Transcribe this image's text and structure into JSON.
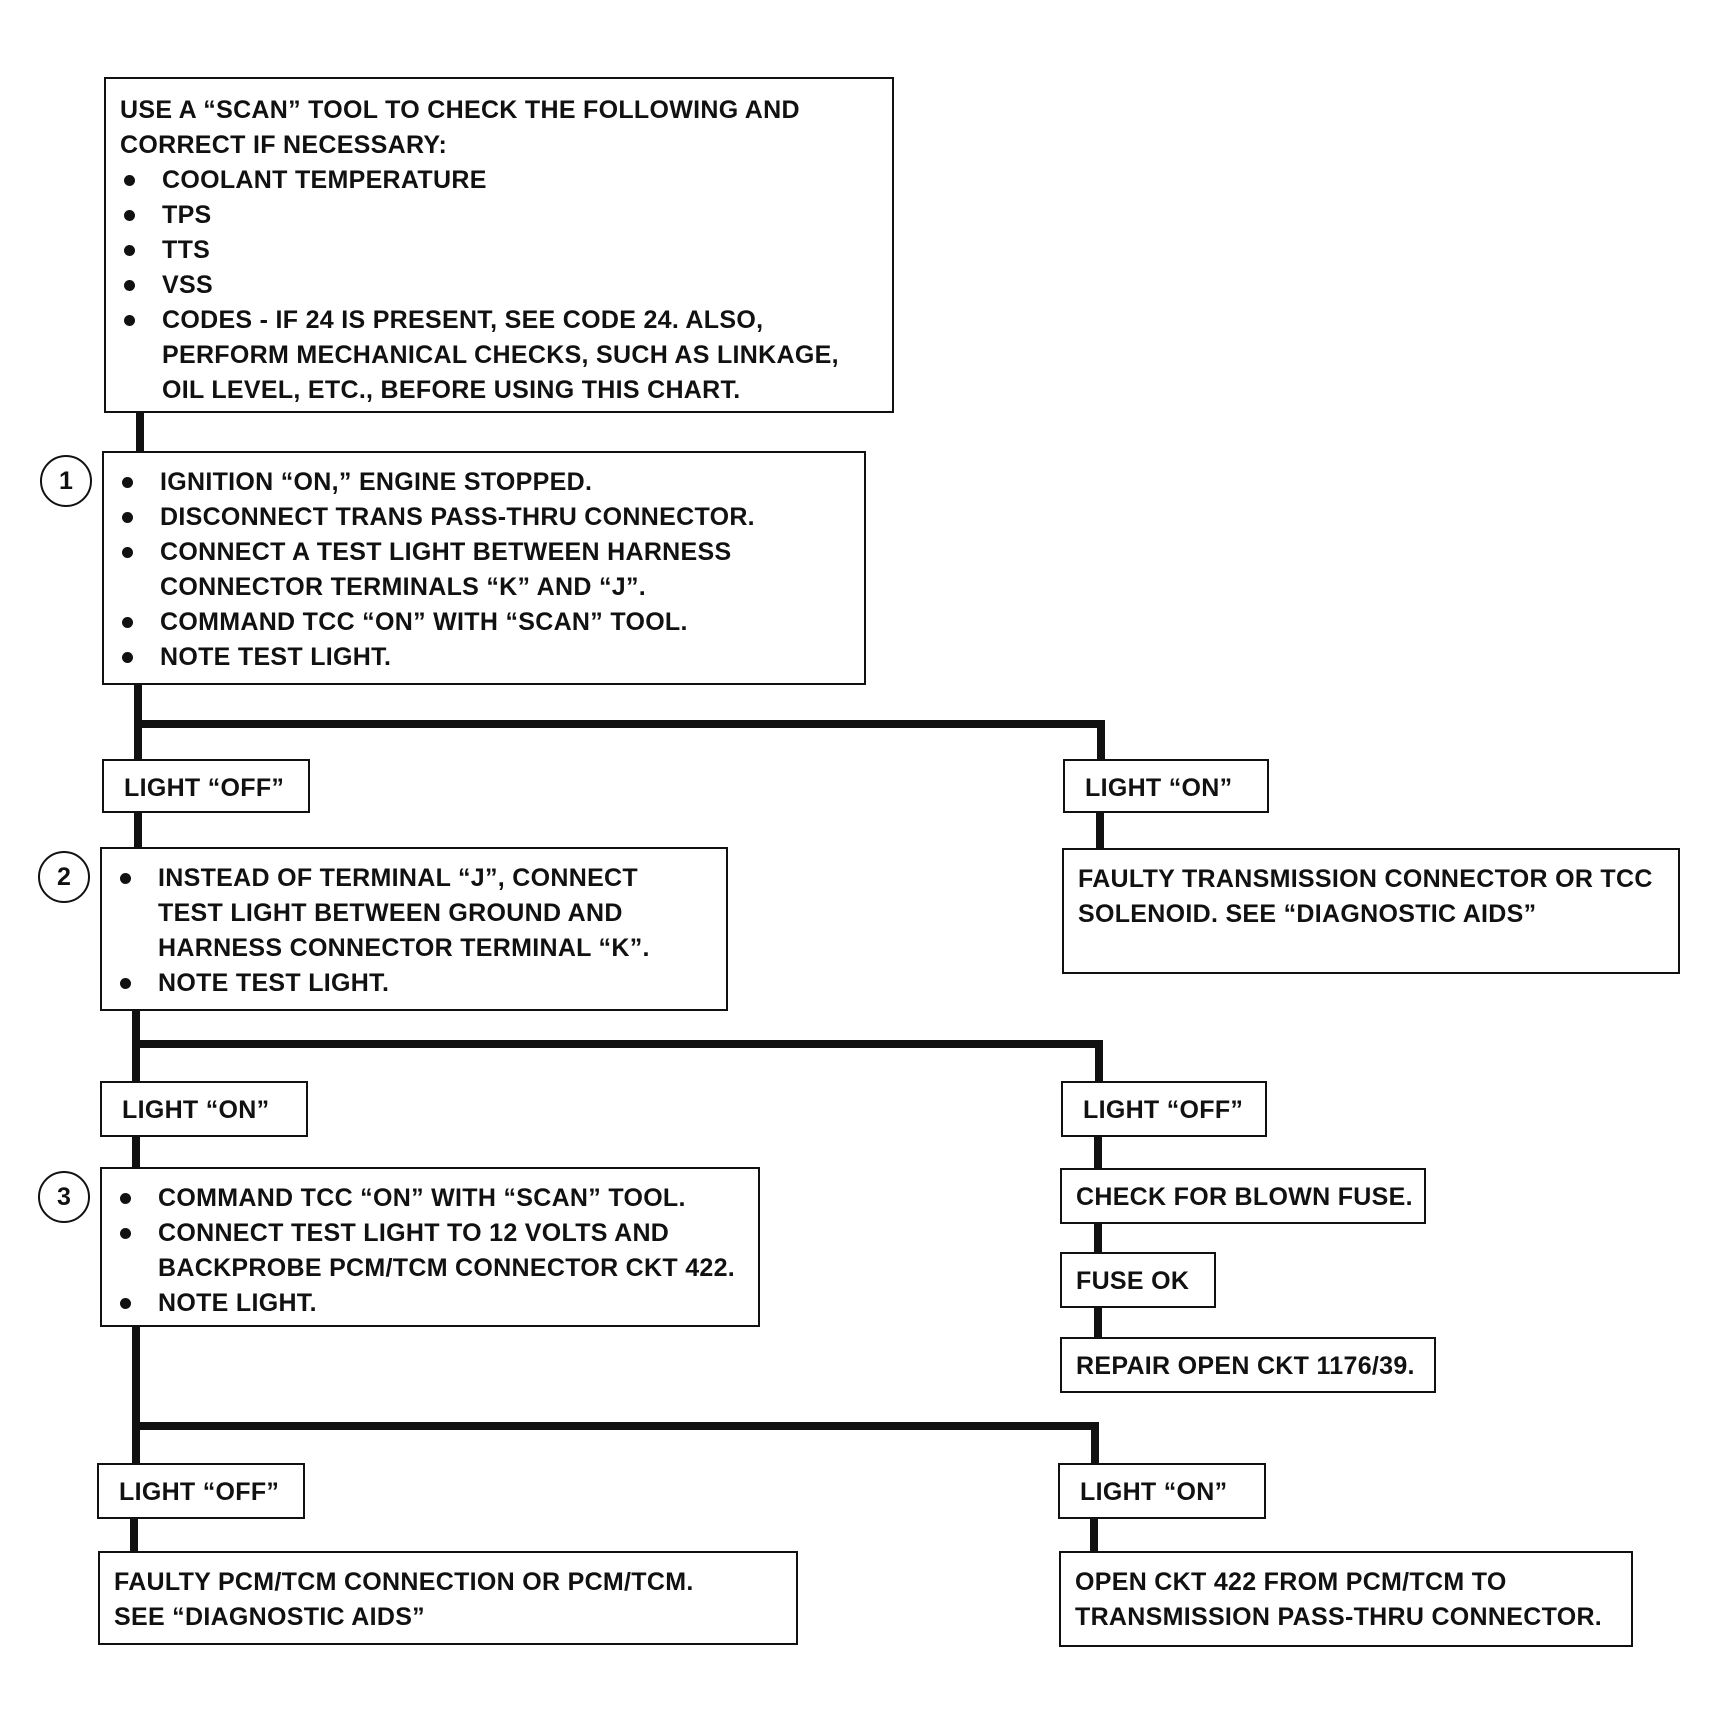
{
  "top_box": {
    "intro_lines": [
      "USE A “SCAN” TOOL TO CHECK THE FOLLOWING AND",
      "CORRECT IF NECESSARY:"
    ],
    "bullets": [
      [
        "COOLANT TEMPERATURE"
      ],
      [
        "TPS"
      ],
      [
        "TTS"
      ],
      [
        "VSS"
      ],
      [
        "CODES - IF 24 IS PRESENT, SEE CODE 24.  ALSO,",
        "PERFORM MECHANICAL CHECKS, SUCH AS LINKAGE,",
        "OIL LEVEL, ETC., BEFORE USING THIS CHART."
      ]
    ]
  },
  "step1": {
    "number": "1",
    "bullets": [
      [
        "IGNITION “ON,” ENGINE STOPPED."
      ],
      [
        "DISCONNECT TRANS PASS-THRU CONNECTOR."
      ],
      [
        "CONNECT A TEST LIGHT BETWEEN HARNESS",
        "CONNECTOR TERMINALS “K” AND “J”."
      ],
      [
        "COMMAND TCC “ON” WITH “SCAN” TOOL."
      ],
      [
        "NOTE TEST LIGHT."
      ]
    ]
  },
  "branch1": {
    "left_label": "LIGHT “OFF”",
    "right_label": "LIGHT “ON”",
    "right_result": [
      "FAULTY TRANSMISSION CONNECTOR OR TCC",
      "SOLENOID.  SEE “DIAGNOSTIC AIDS”"
    ]
  },
  "step2": {
    "number": "2",
    "bullets": [
      [
        "INSTEAD OF TERMINAL “J”, CONNECT",
        "TEST LIGHT BETWEEN GROUND AND",
        "HARNESS CONNECTOR TERMINAL “K”."
      ],
      [
        "NOTE TEST LIGHT."
      ]
    ]
  },
  "branch2": {
    "left_label": "LIGHT “ON”",
    "right_label": "LIGHT “OFF”",
    "right_check": "CHECK FOR BLOWN FUSE.",
    "right_fuse_ok": "FUSE OK",
    "right_repair": "REPAIR OPEN CKT 1176/39."
  },
  "step3": {
    "number": "3",
    "bullets": [
      [
        "COMMAND TCC “ON” WITH “SCAN” TOOL."
      ],
      [
        "CONNECT TEST LIGHT TO 12 VOLTS AND",
        "BACKPROBE PCM/TCM CONNECTOR CKT 422."
      ],
      [
        "NOTE LIGHT."
      ]
    ]
  },
  "branch3": {
    "left_label": "LIGHT “OFF”",
    "right_label": "LIGHT “ON”",
    "left_result": [
      "FAULTY PCM/TCM CONNECTION OR  PCM/TCM.",
      "SEE “DIAGNOSTIC AIDS”"
    ],
    "right_result": [
      "OPEN CKT 422 FROM PCM/TCM TO",
      "TRANSMISSION PASS-THRU CONNECTOR."
    ]
  }
}
